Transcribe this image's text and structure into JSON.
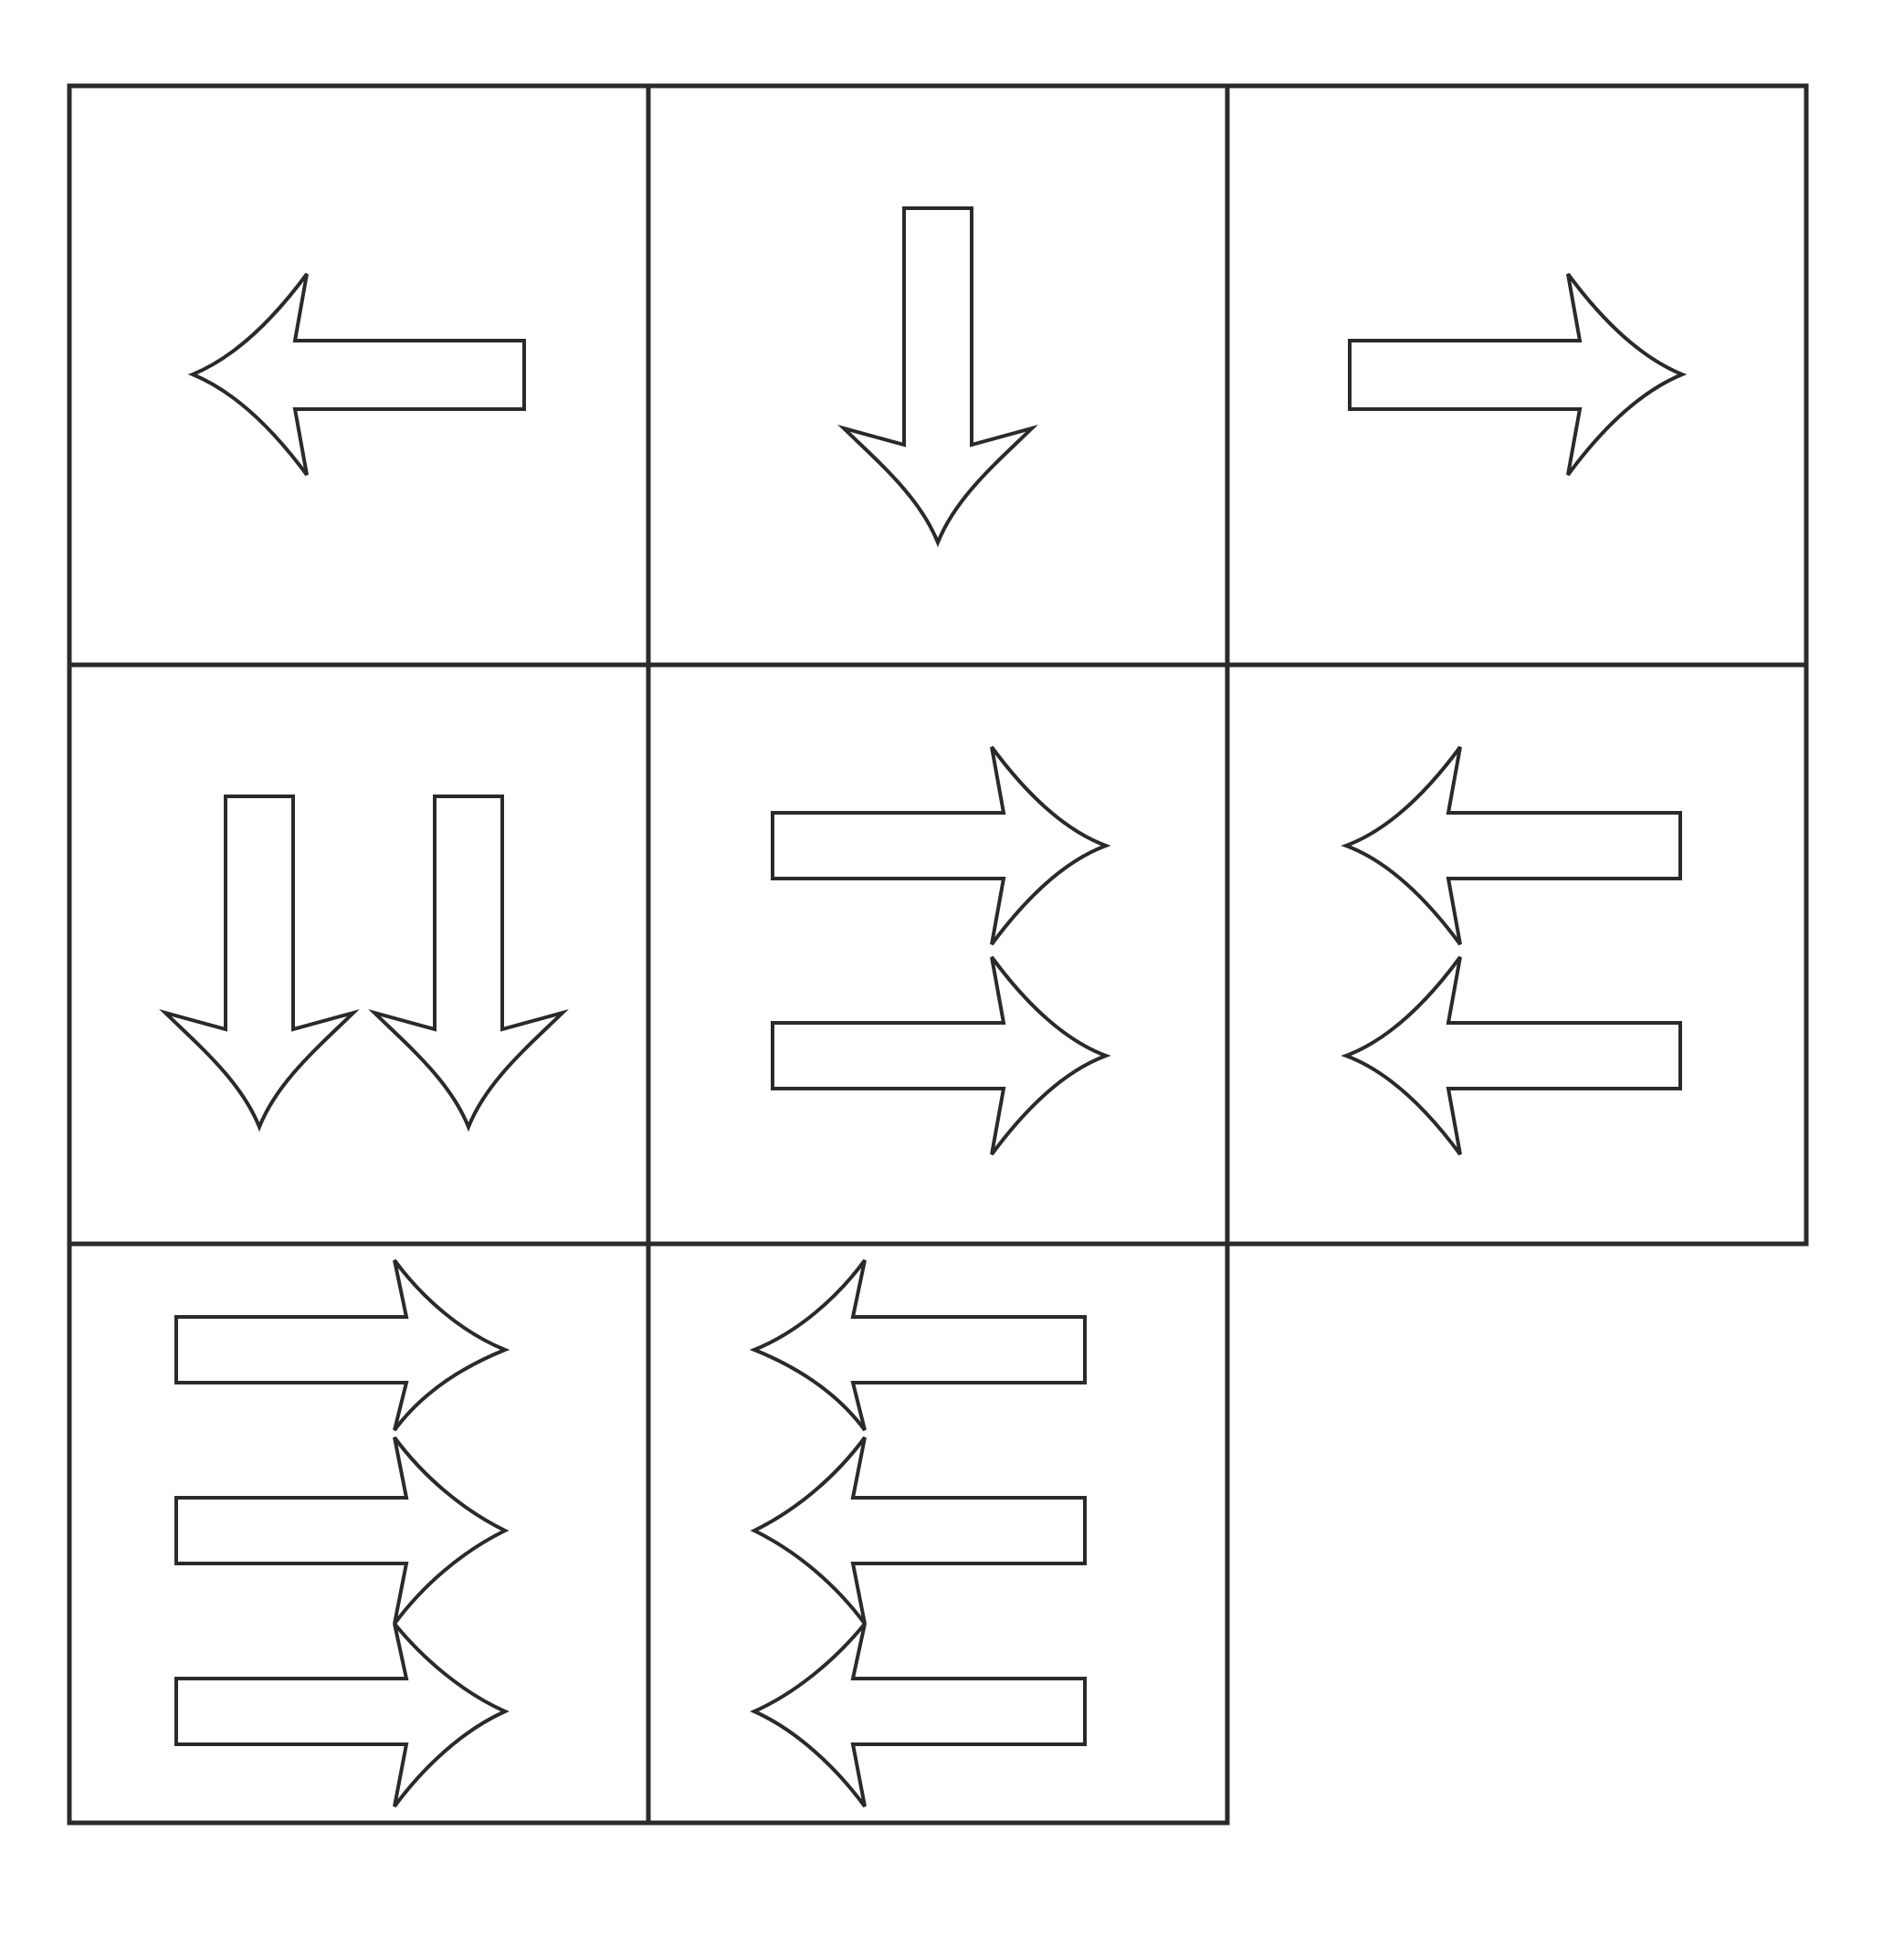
{
  "puzzle": {
    "colors": {
      "line": "#2a2a2a",
      "background": "#ffffff"
    },
    "cells": [
      {
        "row": 0,
        "col": 0,
        "arrows": [
          {
            "direction": "left",
            "count": 1
          }
        ]
      },
      {
        "row": 0,
        "col": 1,
        "arrows": [
          {
            "direction": "down",
            "count": 1
          }
        ]
      },
      {
        "row": 0,
        "col": 2,
        "arrows": [
          {
            "direction": "right",
            "count": 1
          }
        ]
      },
      {
        "row": 1,
        "col": 0,
        "arrows": [
          {
            "direction": "down",
            "count": 2
          }
        ]
      },
      {
        "row": 1,
        "col": 1,
        "arrows": [
          {
            "direction": "right",
            "count": 2
          }
        ]
      },
      {
        "row": 1,
        "col": 2,
        "arrows": [
          {
            "direction": "left",
            "count": 2
          }
        ]
      },
      {
        "row": 2,
        "col": 0,
        "arrows": [
          {
            "direction": "right",
            "count": 3
          }
        ]
      },
      {
        "row": 2,
        "col": 1,
        "arrows": [
          {
            "direction": "left",
            "count": 3
          }
        ]
      },
      {
        "row": 2,
        "col": 2,
        "arrows": [],
        "empty": true
      }
    ]
  }
}
